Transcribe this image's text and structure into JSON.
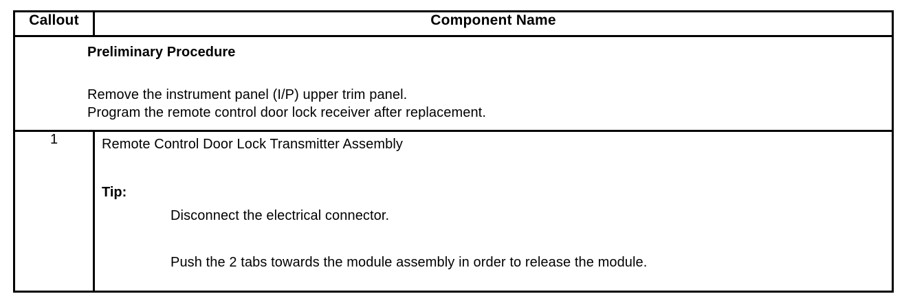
{
  "table": {
    "header": {
      "callout_label": "Callout",
      "component_label": "Component Name"
    },
    "preliminary_row": {
      "title": "Preliminary Procedure",
      "lines": [
        "Remove the instrument panel (I/P) upper trim panel.",
        "Program the remote control door lock receiver after replacement."
      ]
    },
    "callout_rows": [
      {
        "callout": "1",
        "component_name": "Remote Control Door Lock Transmitter Assembly",
        "tip_label": "Tip:",
        "tip_steps": [
          "Disconnect the electrical connector.",
          "Push the 2 tabs towards the module assembly in order to release the module."
        ]
      }
    ]
  },
  "colors": {
    "border": "#000000",
    "text": "#000000",
    "background": "#ffffff"
  }
}
